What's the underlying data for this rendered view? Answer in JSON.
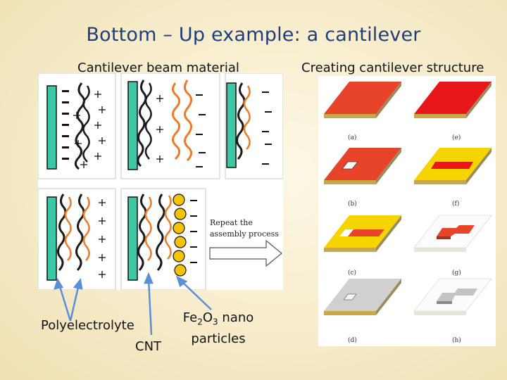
{
  "slide": {
    "title": "Bottom – Up example: a cantilever",
    "left_heading": "Cantilever beam material",
    "right_heading": "Creating cantilever structure"
  },
  "assembly": {
    "arrow_text_line1": "Repeat the",
    "arrow_text_line2": "assembly process"
  },
  "labels": {
    "polyelectrolyte": "Polyelectrolyte",
    "cnt": "CNT",
    "fe_prefix": "Fe",
    "fe_sub1": "2",
    "fe_mid": "O",
    "fe_sub2": "3",
    "fe_suffix": " nano",
    "fe_line2": "particles"
  },
  "steps": {
    "a": "(a)",
    "b": "(b)",
    "c": "(c)",
    "d": "(d)",
    "e": "(e)",
    "f": "(f)",
    "g": "(g)",
    "h": "(h)"
  },
  "colors": {
    "title": "#1f3d7a",
    "substrate": "#3cc8a4",
    "cnt": "#1a1a1a",
    "polyelectrolyte": "#ef7b2a",
    "nanoparticle": "#f4c400",
    "layer_red": "#e8442a",
    "layer_yellow": "#f6d400",
    "layer_grey": "#d0d0d0",
    "arrow": "#5a8fd6"
  }
}
